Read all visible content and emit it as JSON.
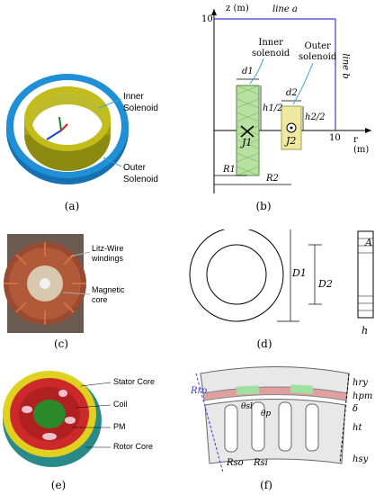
{
  "panels": {
    "a": {
      "caption": "(a)",
      "labels": {
        "inner": "Inner\nSolenoid",
        "outer": "Outer\nSolenoid"
      },
      "colors": {
        "outer_ring": "#1f8fd6",
        "inner_ring": "#b7b214"
      }
    },
    "b": {
      "caption": "(b)",
      "axis_z": "z (m)",
      "axis_r": "r (m)",
      "tick_10_z": "10",
      "tick_10_r": "10",
      "line_a": "line a",
      "line_b": "line b",
      "inner_solenoid": "Inner\nsolenoid",
      "outer_solenoid": "Outer\nsolenoid",
      "d1": "d1",
      "d2": "d2",
      "h1": "h1/2",
      "h2": "h2/2",
      "J1": "J1",
      "J2": "J2",
      "R1": "R1",
      "R2": "R2",
      "colors": {
        "frame": "#3a3ad6",
        "J1": "#b8e0a0",
        "J2": "#f0e8a0",
        "leader": "#3aa0d6"
      }
    },
    "c": {
      "caption": "(c)",
      "litz": "Litz-Wire\nwindings",
      "core": "Magnetic\ncore"
    },
    "d": {
      "caption": "(d)",
      "D1": "D1",
      "D2": "D2",
      "A": "A",
      "h": "h"
    },
    "e": {
      "caption": "(e)",
      "stator": "Stator Core",
      "coil": "Coil",
      "pm": "PM",
      "rotor": "Rotor Core"
    },
    "f": {
      "caption": "(f)",
      "Rro": "Rro",
      "Rso": "Rso",
      "Rsi": "Rsi",
      "hry": "hry",
      "hpm": "hpm",
      "delta": "δ",
      "ht": "ht",
      "hsy": "hsy",
      "theta": "θsl",
      "theta_p": "θp",
      "colors": {
        "pm_red": "#e0a0a0",
        "pm_green": "#a0e0a0"
      }
    }
  }
}
